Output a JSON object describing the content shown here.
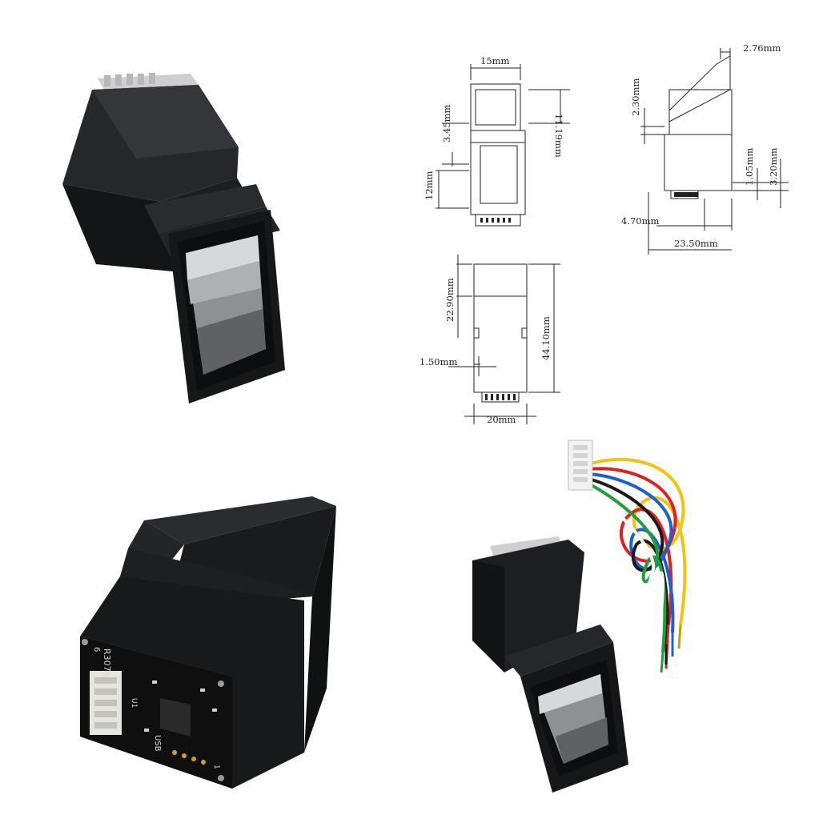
{
  "drawing": {
    "front_view": {
      "width_top": "15mm",
      "window_height": "3.45mm",
      "lower_height": "12mm",
      "window_depth": "11.19mm"
    },
    "side_view": {
      "lip": "2.76mm",
      "prism_drop": "2.30mm",
      "step_a": "1.05mm",
      "step_b": "3.20mm",
      "connector": "4.70mm",
      "length": "23.50mm"
    },
    "bottom_view": {
      "upper_height": "22.90mm",
      "total_height": "44.10mm",
      "notch": "1.50mm",
      "width_bottom": "20mm"
    }
  },
  "pcb": {
    "model": "R307S",
    "pin_label": "6",
    "part_label": "U1",
    "usb_label": "USB",
    "pin1_label": "1"
  },
  "colors": {
    "module_body": "#1c1d1f",
    "sensor_glass": "#8e9094",
    "pcb": "#111111",
    "connector": "#e6e4de",
    "wires": [
      "#f1c40f",
      "#e02020",
      "#1e5fd0",
      "#1a1a1a",
      "#1f9e3a",
      "#ffffff"
    ]
  }
}
